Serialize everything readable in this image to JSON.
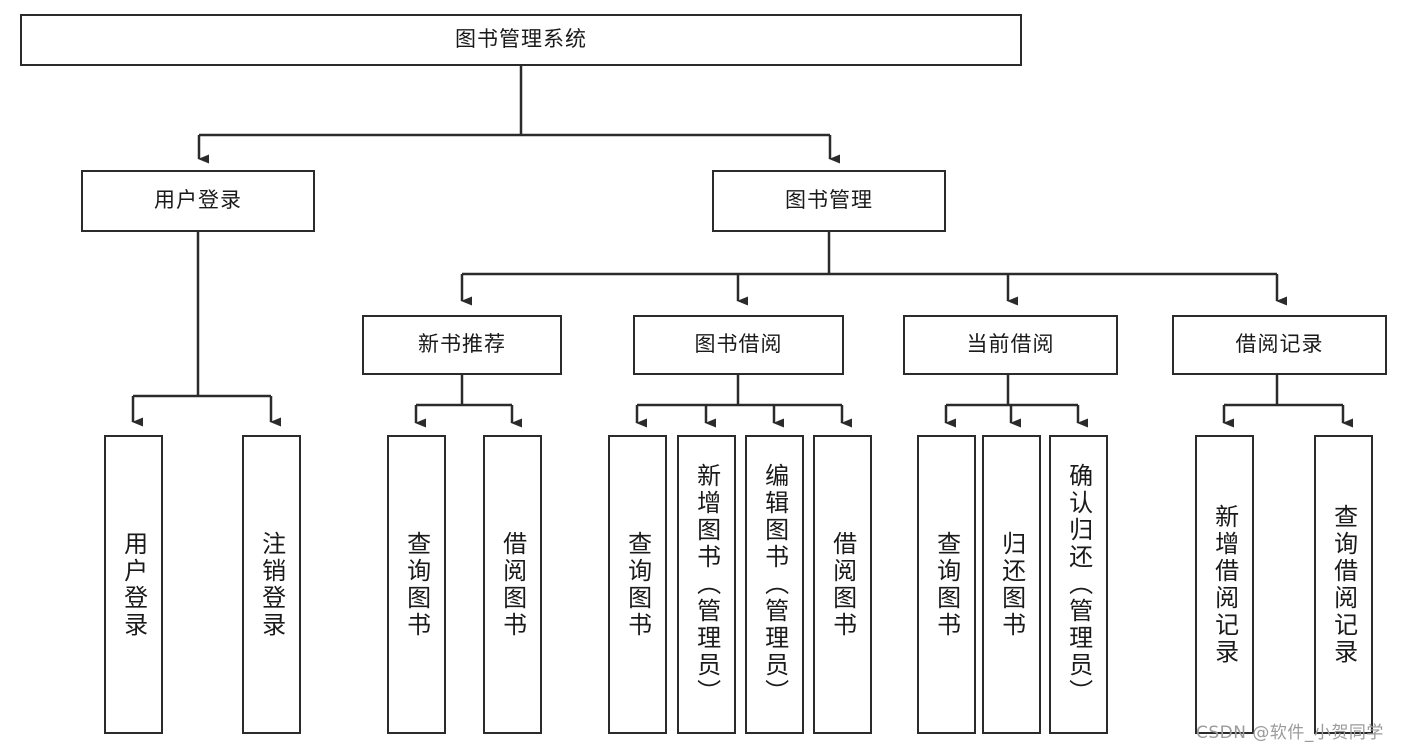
{
  "diagram": {
    "title": "图书管理系统",
    "type": "tree-hierarchy",
    "watermark": "CSDN @软件_小贺同学",
    "colors": {
      "box_border": "#2b2b2b",
      "box_fill": "#ffffff",
      "connector": "#2b2b2b",
      "text": "#1a1a1a",
      "watermark": "#9b9b9b",
      "background": "#ffffff"
    },
    "nodes": {
      "root": {
        "label": "图书管理系统"
      },
      "level2": [
        {
          "label": "用户登录"
        },
        {
          "label": "图书管理"
        }
      ],
      "level3": [
        {
          "label": "新书推荐"
        },
        {
          "label": "图书借阅"
        },
        {
          "label": "当前借阅"
        },
        {
          "label": "借阅记录"
        }
      ],
      "leaves": {
        "user_login": [
          {
            "label": "用户登录"
          },
          {
            "label": "注销登录"
          }
        ],
        "new_book_recommend": [
          {
            "label": "查询图书"
          },
          {
            "label": "借阅图书"
          }
        ],
        "book_borrow": [
          {
            "label": "查询图书"
          },
          {
            "label": "新增图书（管理员）"
          },
          {
            "label": "编辑图书（管理员）"
          },
          {
            "label": "借阅图书"
          }
        ],
        "current_borrow": [
          {
            "label": "查询图书"
          },
          {
            "label": "归还图书"
          },
          {
            "label": "确认归还（管理员）"
          }
        ],
        "borrow_record": [
          {
            "label": "新增借阅记录"
          },
          {
            "label": "查询借阅记录"
          }
        ]
      }
    }
  }
}
